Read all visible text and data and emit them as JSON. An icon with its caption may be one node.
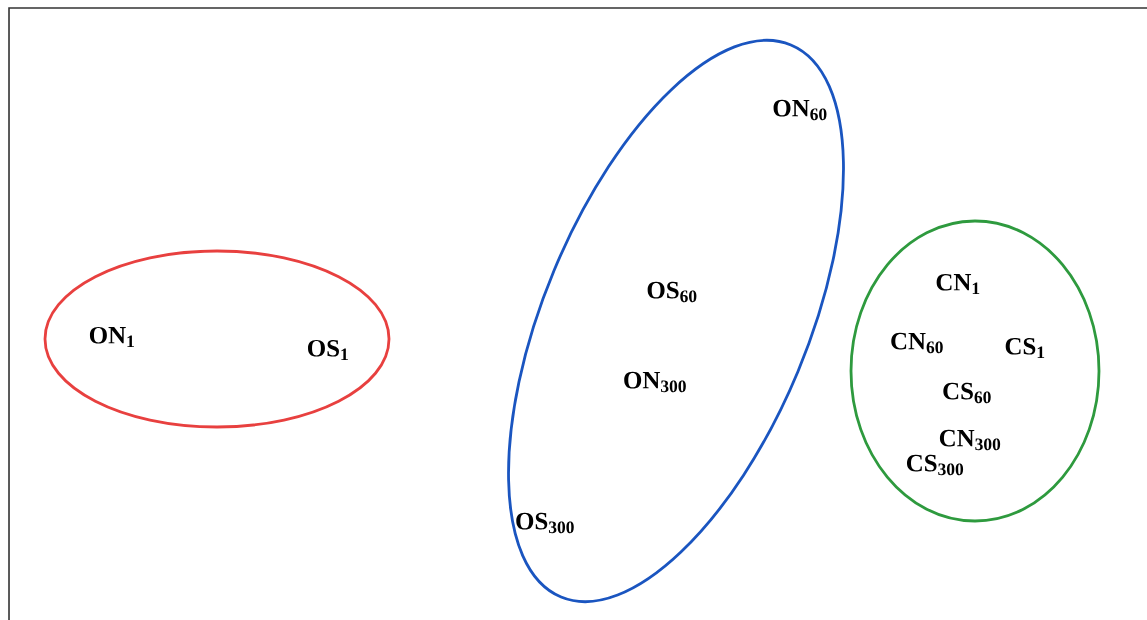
{
  "diagram": {
    "nodes": [
      {
        "text": [
          "ON$_{1}$",
          "OS$_{1}$"
        ]
      },
      {
        "text": [
          "ON$_{60}$",
          "OS$_{60}$",
          "ON$_{300}$",
          "OS$_{300}$"
        ]
      },
      {
        "text": [
          "CN$_{1}$",
          "CN$_{60}$",
          "CS$_{1}$",
          "CS$_{60}$",
          "CN$_{300}$",
          "CS$_{300}$"
        ]
      }
    ]
  }
}
